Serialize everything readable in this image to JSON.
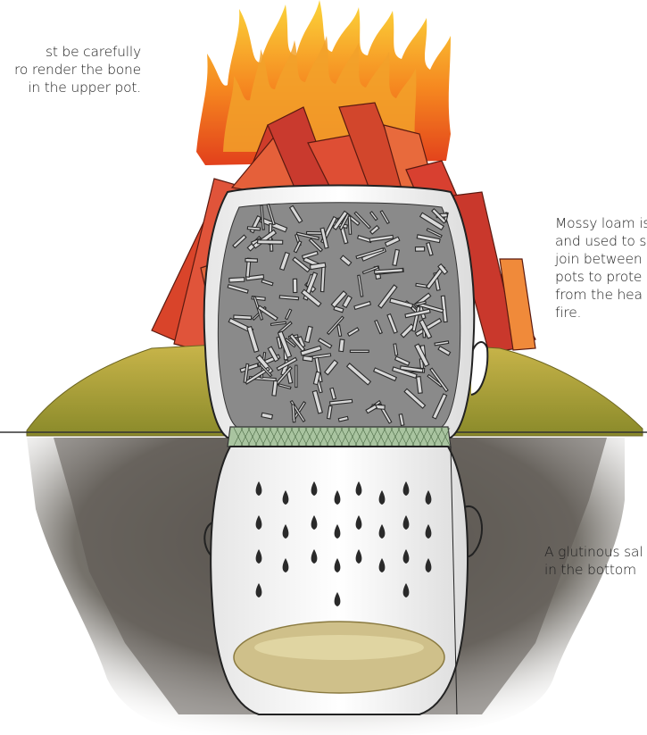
{
  "annotations": {
    "top_left": [
      "st be carefully",
      "ro render the bone",
      "in the upper pot."
    ],
    "right": [
      "Mossy loam is",
      "and used to s",
      "join between",
      "pots to prote",
      "from the hea",
      "fire."
    ],
    "bottom_right": [
      "A glutinous sal",
      "in the bottom"
    ]
  },
  "colors": {
    "flame_outer": "#f7c21a",
    "flame_inner": "#ef6a1e",
    "wood": "#d9442a",
    "mound": "#b8a53a",
    "soil": "#5a5550",
    "pot_outline": "#222222",
    "bones": "#555555",
    "residue": "#cfc08a"
  }
}
